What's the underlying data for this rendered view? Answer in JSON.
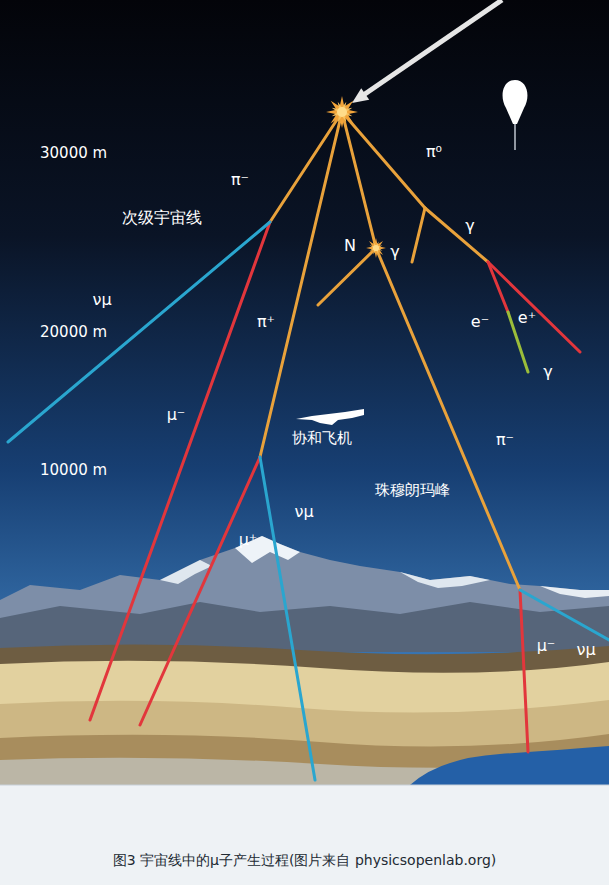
{
  "diagram": {
    "caption": "图3 宇宙线中的μ子产生过程(图片来自 physicsopenlab.org)",
    "labels": [
      "30000 m",
      "π⁻",
      "π⁰",
      "次级宇宙线",
      "γ",
      "γ",
      "N",
      "νμ",
      "20000 m",
      "π⁺",
      "e⁻",
      "e⁺",
      "γ",
      "μ⁻",
      "π⁻",
      "协和飞机",
      "10000 m",
      "珠穆朗玛峰",
      "μ⁺",
      "νμ",
      "μ⁻",
      "νμ"
    ]
  }
}
